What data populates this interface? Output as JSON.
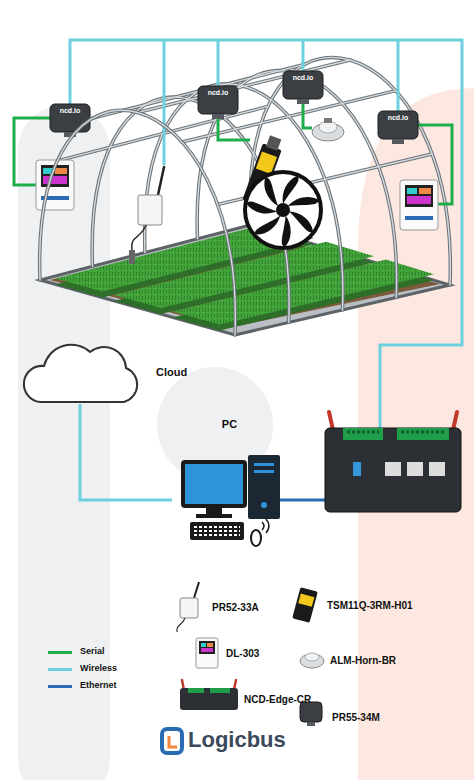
{
  "diagram": {
    "nodes": [
      {
        "text": [
          "Cloud"
        ]
      },
      {
        "text": [
          "PC"
        ]
      }
    ],
    "edges": [
      {
        "from": 0,
        "to": 1,
        "arrow": "none"
      }
    ],
    "labels": [
      "ncd.io",
      "ncd.io",
      "ncd.io",
      "ncd.io",
      "PR52-33A",
      "TSM11Q-3RM-H01",
      "DL-303",
      "ALM-Horn-BR",
      "NCD-Edge-CR",
      "PR55-34M",
      "Logicbus"
    ],
    "legend": [
      {
        "text": "Serial",
        "color": "#1fad4c"
      },
      {
        "text": "Wireless",
        "color": "#6dd0de"
      },
      {
        "text": "Ethernet",
        "color": "#2a6cb3"
      }
    ]
  }
}
